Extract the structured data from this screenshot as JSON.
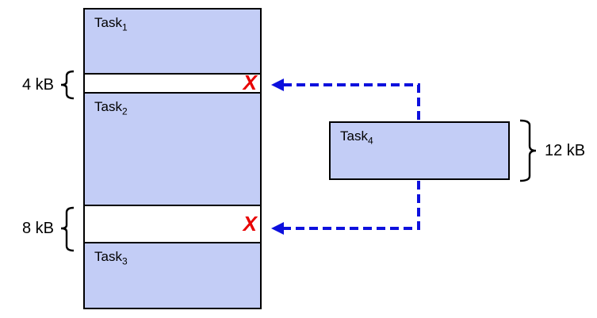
{
  "colors": {
    "task_fill": "#c3cdf6",
    "border": "#000000",
    "arrow": "#0d10dd",
    "reject": "#e80000",
    "background": "#ffffff"
  },
  "memory": {
    "blocks": [
      {
        "label_base": "Task",
        "label_sub": "1"
      },
      {
        "label_base": "Task",
        "label_sub": "2"
      },
      {
        "label_base": "Task",
        "label_sub": "3"
      }
    ],
    "gaps": [
      {
        "size_label": "4 kB",
        "reject_mark": "X"
      },
      {
        "size_label": "8 kB",
        "reject_mark": "X"
      }
    ]
  },
  "incoming_task": {
    "label_base": "Task",
    "label_sub": "4",
    "size_label": "12 kB"
  }
}
